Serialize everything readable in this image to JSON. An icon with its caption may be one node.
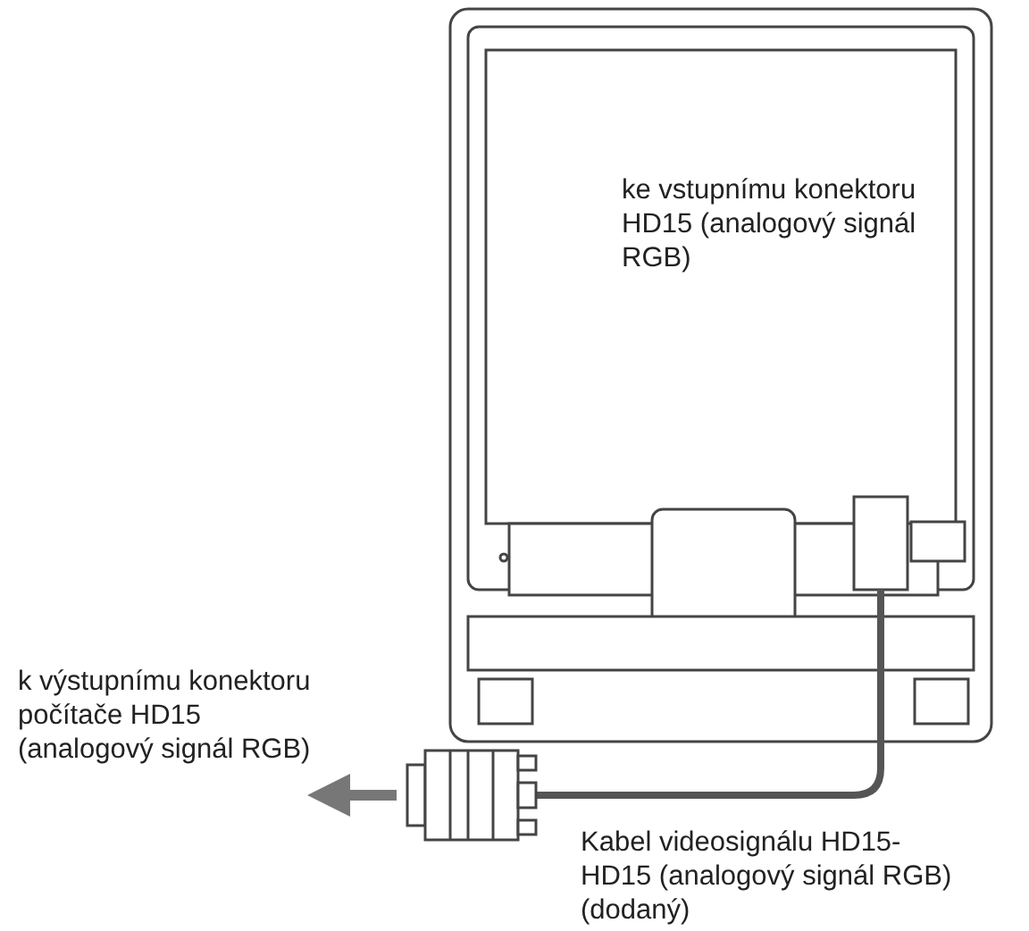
{
  "diagram": {
    "labels": [
      "ke vstupnímu konektoru HD15 (analogový signál RGB)",
      "k výstupnímu konektoru počítače HD15 (analogový signál RGB)",
      "Kabel videosignálu HD15-HD15 (analogový signál RGB) (dodaný)"
    ]
  }
}
